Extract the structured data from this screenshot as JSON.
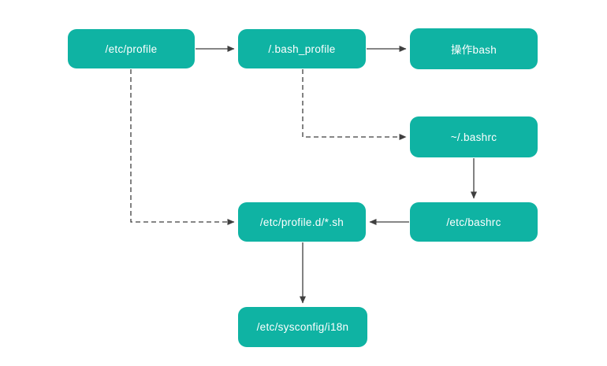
{
  "diagram": {
    "description": "Linux bash startup configuration files flowchart",
    "colors": {
      "node_fill": "#0fb3a3",
      "node_text": "#ffffff",
      "arrow": "#3f3f3f",
      "background": "#ffffff"
    },
    "nodes": {
      "etc_profile": {
        "label": "/etc/profile"
      },
      "bash_profile": {
        "label": "/.bash_profile"
      },
      "operate_bash": {
        "label": "操作bash"
      },
      "user_bashrc": {
        "label": "~/.bashrc"
      },
      "profile_d": {
        "label": "/etc/profile.d/*.sh"
      },
      "etc_bashrc": {
        "label": "/etc/bashrc"
      },
      "sysconfig_i18n": {
        "label": "/etc/sysconfig/i18n"
      }
    },
    "edges": [
      {
        "from": "/etc/profile",
        "to": "/.bash_profile",
        "style": "solid"
      },
      {
        "from": "/.bash_profile",
        "to": "操作bash",
        "style": "solid"
      },
      {
        "from": "/.bash_profile",
        "to": "~/.bashrc",
        "style": "dashed"
      },
      {
        "from": "~/.bashrc",
        "to": "/etc/bashrc",
        "style": "solid"
      },
      {
        "from": "/etc/bashrc",
        "to": "/etc/profile.d/*.sh",
        "style": "solid"
      },
      {
        "from": "/etc/profile",
        "to": "/etc/profile.d/*.sh",
        "style": "dashed"
      },
      {
        "from": "/etc/profile.d/*.sh",
        "to": "/etc/sysconfig/i18n",
        "style": "solid"
      }
    ]
  }
}
